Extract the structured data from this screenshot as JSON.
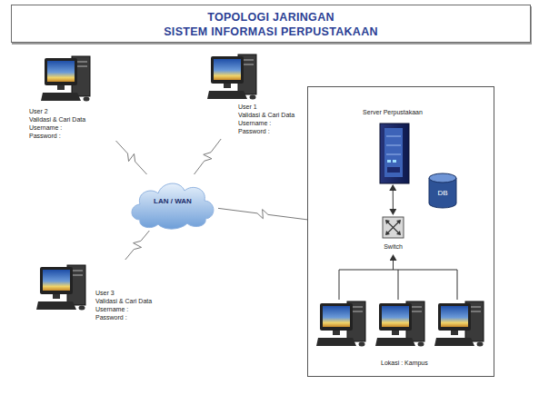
{
  "diagram": {
    "title": "TOPOLOGI JARINGAN",
    "nodes": [
      {
        "text": [
          "User 2",
          "Validasi & Cari Data",
          "Username :",
          "Password :"
        ]
      },
      {
        "text": [
          "User 1",
          "Validasi & Cari Data",
          "Username :",
          "Password :"
        ]
      },
      {
        "text": [
          "LAN / WAN"
        ]
      },
      {
        "text": [
          "User 3",
          "Validasi & Cari Data",
          "Username :",
          "Password :"
        ]
      },
      {
        "text": [
          "Lokasi : Kampus"
        ]
      },
      {
        "text": [
          "Server Perpustakaan"
        ],
        "in": 4
      },
      {
        "text": [
          "DB"
        ],
        "in": 4
      },
      {
        "text": [
          "Switch"
        ],
        "in": 4
      }
    ],
    "edges": [
      {
        "from": 0,
        "to": 2,
        "arrow": "none"
      },
      {
        "from": 1,
        "to": 2,
        "arrow": "none"
      },
      {
        "from": 3,
        "to": 2,
        "arrow": "none"
      },
      {
        "from": 2,
        "to": 4,
        "arrow": "none"
      },
      {
        "from": 5,
        "to": 7,
        "arrow": "both"
      }
    ],
    "labels": [
      "SISTEM INFORMASI PERPUSTAKAAN"
    ]
  }
}
